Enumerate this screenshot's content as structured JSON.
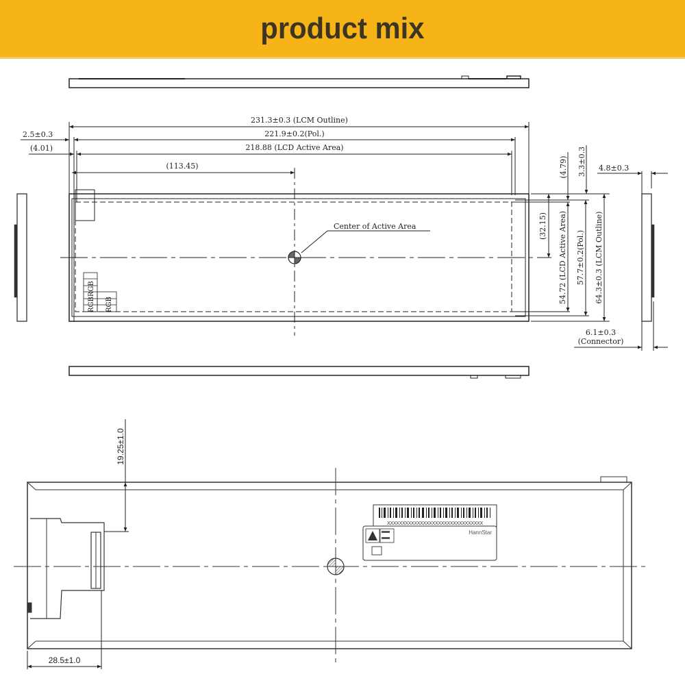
{
  "banner": {
    "title": "product mix",
    "background": "#f7b418",
    "text_color": "#3b3522"
  },
  "front_view": {
    "dimensions": {
      "lcm_outline_width": "231.3±0.3 (LCM Outline)",
      "pol_width": "221.9±0.2(Pol.)",
      "active_area_width": "218.88 (LCD Active Area)",
      "center_offset_x": "(113.45)",
      "left_margin_outline": "2.5±0.3",
      "left_margin_active": "(4.01)",
      "top_margin_active": "(4.79)",
      "top_margin_pol": "3.3±0.3",
      "center_offset_y": "(32.15)",
      "active_area_height": "54.72 (LCD Active Area)",
      "pol_height": "57.7±0.2(Pol.)",
      "lcm_outline_height": "64.3±0.3 (LCM Outline)"
    },
    "center_label": "Center of Active Area",
    "pixel_layout": {
      "row_a": "RGBRGB",
      "row_b": "RGB"
    }
  },
  "side_view": {
    "thickness": "4.8±0.3",
    "connector_line1": "6.1±0.3",
    "connector_line2": "(Connector)"
  },
  "rear_view": {
    "dimensions": {
      "connector_offset_y": "19.25±1.0",
      "connector_offset_x": "28.5±1.0"
    },
    "label": {
      "barcode_text": "XXXXXXXXXXXXXXXXXXXXXXXXXXXXXXXX",
      "brand": "HannStar"
    }
  }
}
